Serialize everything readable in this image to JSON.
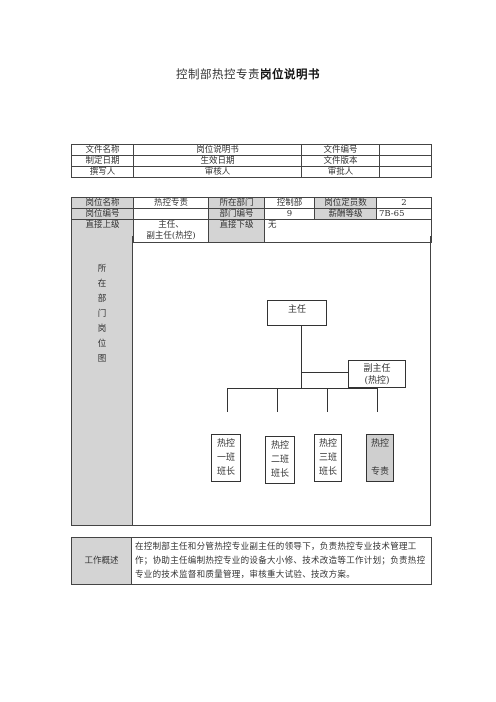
{
  "doc_title": {
    "light": "控制部热控专责",
    "bold": "岗位说明书"
  },
  "meta": {
    "r1": [
      "文件名称",
      "岗位说明书",
      "文件编号",
      ""
    ],
    "r2": [
      "制定日期",
      "生效日期",
      "文件版本",
      ""
    ],
    "r3": [
      "撰写人",
      "审核人",
      "审批人",
      ""
    ]
  },
  "info": {
    "pos_name_label": "岗位名称",
    "pos_name": "热控专责",
    "dept_label": "所在部门",
    "dept": "控制部",
    "quota_label": "岗位定员数",
    "quota": "2",
    "pos_no_label": "岗位编号",
    "pos_no": "",
    "dept_no_label": "部门编号",
    "dept_no": "9",
    "grade_label": "薪酬等级",
    "grade": "7B-65",
    "superior_label": "直接上级",
    "superior_1": "主任、",
    "superior_2": "副主任(热控)",
    "subordinate_label": "直接下级",
    "subordinate": "无"
  },
  "org_chart": {
    "side_label": "所在部门岗位图",
    "top": "主任",
    "deputy_1": "副主任",
    "deputy_2": "(热控)",
    "teams": [
      {
        "l1": "热控",
        "l2": "一班",
        "l3": "班长"
      },
      {
        "l1": "热控",
        "l2": "二班",
        "l3": "班长"
      },
      {
        "l1": "热控",
        "l2": "三班",
        "l3": "班长"
      },
      {
        "l1": "热控",
        "l2": "",
        "l3": "专责"
      }
    ]
  },
  "summary": {
    "label": "工作概述",
    "text": "在控制部主任和分管热控专业副主任的领导下，负责热控专业技术管理工作；协助主任编制热控专业的设备大小修、技术改造等工作计划；负责热控专业的技术监督和质量管理，审核重大试验、技改方案。"
  }
}
